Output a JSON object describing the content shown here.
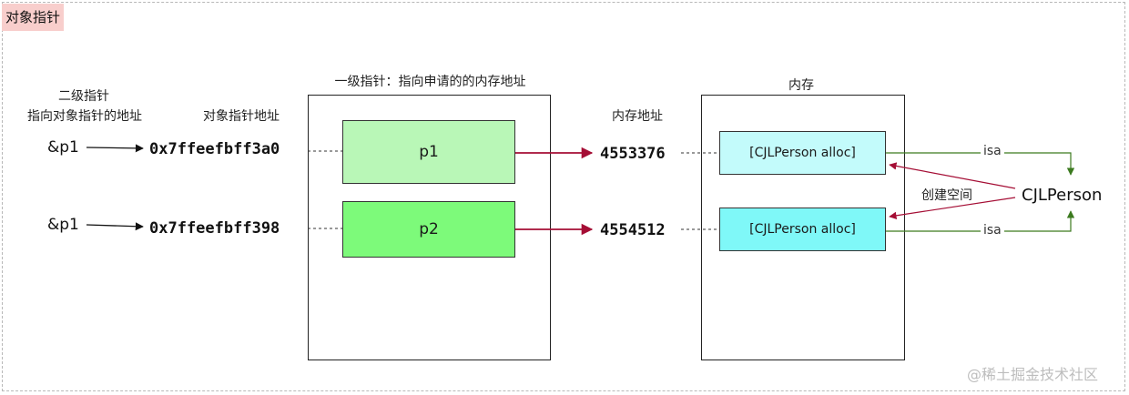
{
  "title": "对象指针",
  "headers": {
    "second_level": "二级指针",
    "second_level_sub": "指向对象指针的地址",
    "object_pointer_address": "对象指针地址",
    "first_level": "一级指针：指向申请的的内存地址",
    "memory_address": "内存地址",
    "memory": "内存"
  },
  "rows": [
    {
      "ref": "&p1",
      "address": "0x7ffeefbff3a0",
      "pointer": "p1",
      "memory_address": "4553376",
      "object": "[CJLPerson alloc]"
    },
    {
      "ref": "&p1",
      "address": "0x7ffeefbff398",
      "pointer": "p2",
      "memory_address": "4554512",
      "object": "[CJLPerson alloc]"
    }
  ],
  "class_name": "CJLPerson",
  "isa_labels": [
    "isa",
    "isa"
  ],
  "create_label": "创建空间",
  "watermark": "@稀土掘金技术社区",
  "colors": {
    "title_bg": "#f8cecc",
    "p1_fill": "#b9f7b7",
    "p2_fill": "#7dfa7a",
    "obj1_fill": "#c3fbfb",
    "obj2_fill": "#7ff8f8",
    "pointer_arrow": "#a50e35",
    "isa_line": "#3c7a1f"
  }
}
